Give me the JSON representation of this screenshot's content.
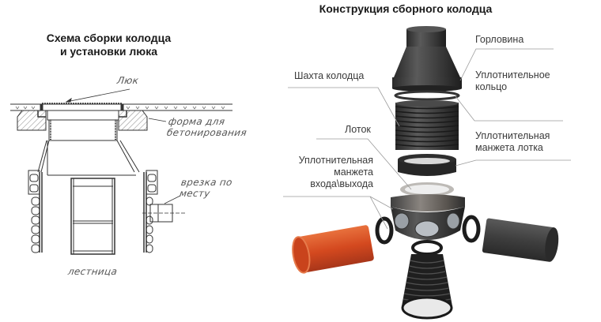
{
  "left_diagram": {
    "title_line1": "Схема сборки колодца",
    "title_line2": "и установки люка",
    "labels": {
      "hatch": "Люк",
      "concrete_form_line1": "форма для",
      "concrete_form_line2": "бетонирования",
      "inlet_line1": "врезка по",
      "inlet_line2": "месту",
      "ladder": "лестница"
    }
  },
  "right_diagram": {
    "title": "Конструкция сборного колодца",
    "labels": {
      "neck": "Горловина",
      "shaft": "Шахта колодца",
      "sealing_ring_line1": "Уплотнительное",
      "sealing_ring_line2": "кольцо",
      "tray": "Лоток",
      "tray_cuff_line1": "Уплотнительная",
      "tray_cuff_line2": "манжета лотка",
      "io_cuff_line1": "Уплотнительная",
      "io_cuff_line2": "манжета",
      "io_cuff_line3": "входа\\выхода"
    },
    "colors": {
      "plastic_dark": "#3b3b3b",
      "orange_pipe": "#d9542a",
      "grey_pipe": "#4a4a4a"
    }
  }
}
